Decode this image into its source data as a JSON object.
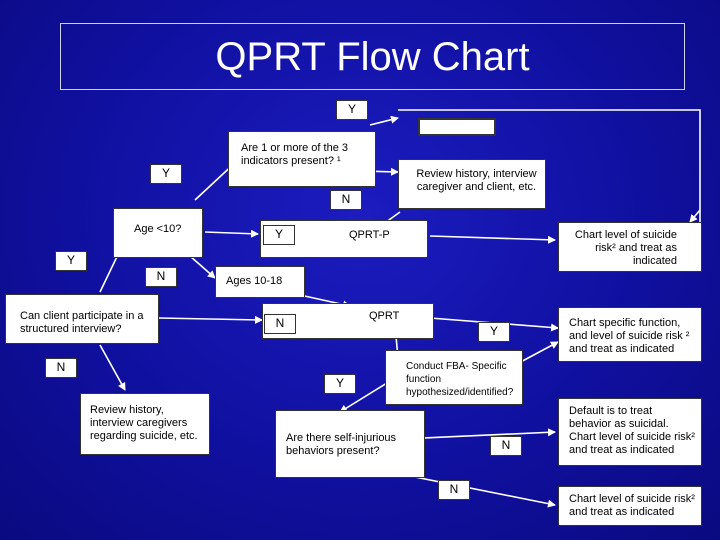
{
  "title": "QPRT Flow Chart",
  "nodes": {
    "age_q": "Age <10?",
    "participate_q": "Can client participate in a structured interview?",
    "review_regarding": "Review history, interview caregivers regarding suicide, etc.",
    "indicators_q": "Are 1 or more of the 3 indicators present? ¹",
    "review_client": "Review history, interview caregiver and client, etc.",
    "qprt_p": "QPRT-P",
    "ages_10_18": "Ages 10-18",
    "qprt": "QPRT",
    "fba": "Conduct FBA- Specific function hypothesized/identified?",
    "self_injurious_q": "Are there self-injurious behaviors present?",
    "chart_level_1": "Chart level of suicide risk² and treat as indicated",
    "chart_specific": "Chart specific function, and level of suicide risk ² and treat as indicated",
    "default_treat": "Default is to treat behavior as suicidal. Chart level of suicide risk² and treat as indicated",
    "chart_level_2": "Chart level of suicide risk² and treat as indicated"
  },
  "labels": {
    "y_top": "Y",
    "y_indicators": "Y",
    "n_indicators": "N",
    "y_qprtp": "Y",
    "y_left": "Y",
    "n_age": "N",
    "n_qprt": "N",
    "y_qprt": "Y",
    "n_participate": "N",
    "y_fba": "Y",
    "n_fba": "N",
    "n_selfinj": "N"
  }
}
